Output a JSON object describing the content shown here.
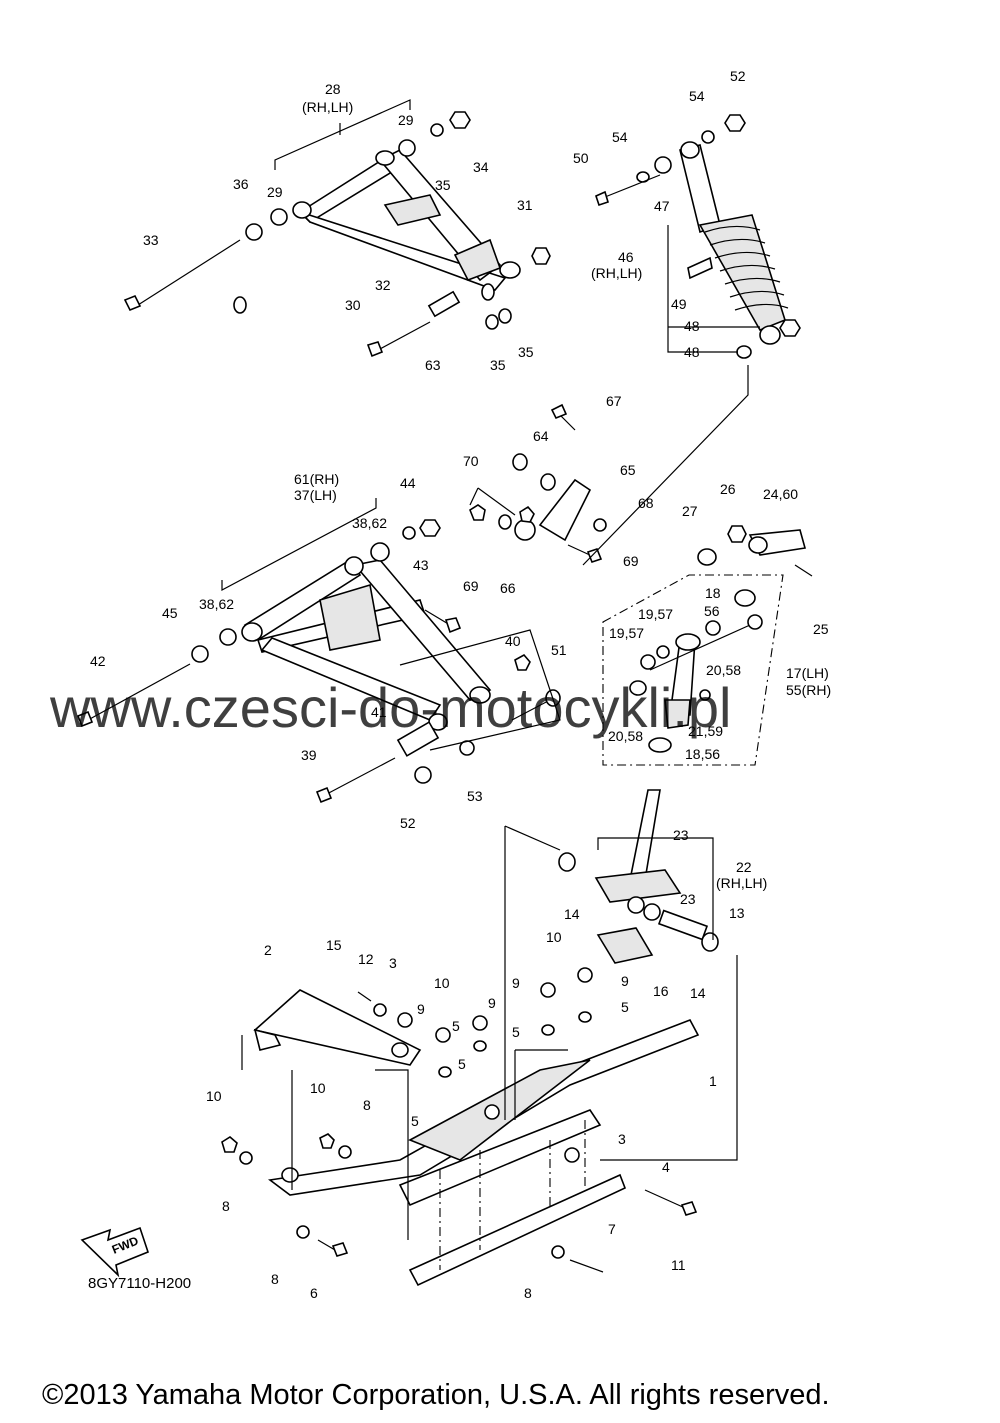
{
  "watermark": "www.czesci-do-motocykli.pl",
  "copyright": "©2013 Yamaha Motor Corporation, U.S.A. All rights reserved.",
  "diagram_code": "8GY7110-H200",
  "fwd_label": "FWD",
  "callouts": [
    "28",
    "(RH,LH)",
    "29",
    "34",
    "35",
    "36",
    "29",
    "33",
    "31",
    "32",
    "30",
    "35",
    "35",
    "52",
    "54",
    "54",
    "50",
    "47",
    "46",
    "(RH,LH)",
    "49",
    "48",
    "48",
    "63",
    "67",
    "64",
    "65",
    "68",
    "69",
    "70",
    "66",
    "61(RH)",
    "37(LH)",
    "44",
    "38,62",
    "43",
    "38,62",
    "45",
    "69",
    "42",
    "26",
    "24,60",
    "27",
    "25",
    "18",
    "19,57",
    "56",
    "19,57",
    "20,58",
    "17(LH)",
    "55(RH)",
    "40",
    "51",
    "21,59",
    "20,58",
    "18,56",
    "41",
    "39",
    "52",
    "53",
    "23",
    "22",
    "(RH,LH)",
    "23",
    "14",
    "13",
    "14",
    "16",
    "15",
    "12",
    "3",
    "2",
    "10",
    "10",
    "9",
    "9",
    "9",
    "9",
    "5",
    "5",
    "5",
    "5",
    "5",
    "1",
    "10",
    "8",
    "10",
    "8",
    "3",
    "4",
    "11",
    "7",
    "8",
    "8",
    "6"
  ]
}
